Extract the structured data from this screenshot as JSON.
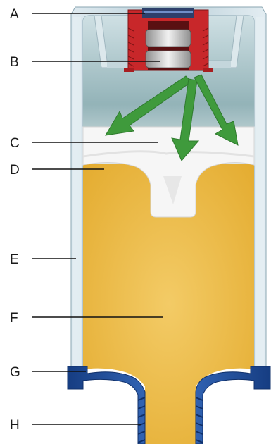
{
  "diagram": {
    "labels": [
      "A",
      "B",
      "C",
      "D",
      "E",
      "F",
      "G",
      "H"
    ]
  },
  "colors": {
    "housing": "#c8dbe3",
    "air_gap": "#a9c3c6",
    "oil": "#e9b43a",
    "oil_light": "#f1c861",
    "valve_red": "#c8272a",
    "valve_metal": "#b9b9b9",
    "flow_arrow": "#3f9a3c",
    "piston": "#f4f4f4",
    "base_blue": "#2a5cae",
    "base_dark": "#163d82",
    "leader": "#111111"
  }
}
